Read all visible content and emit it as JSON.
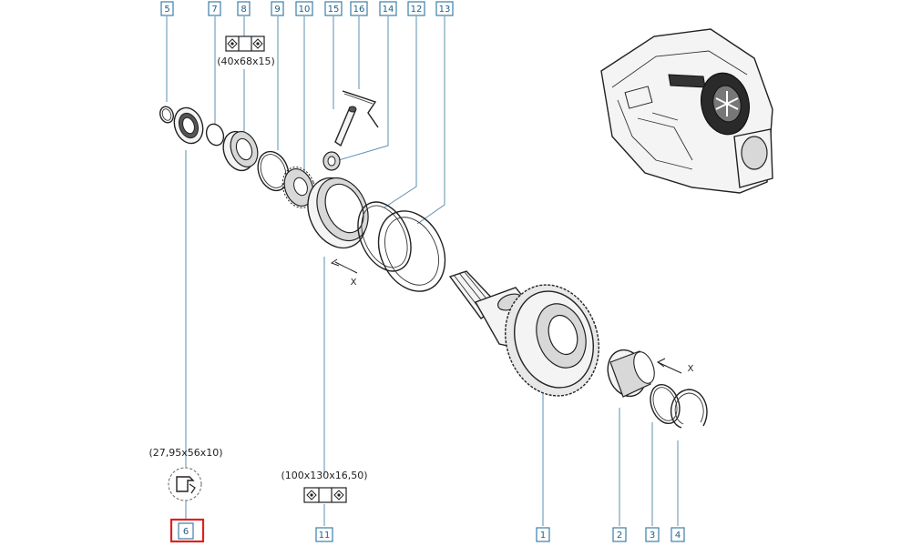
{
  "callouts": {
    "c1": "1",
    "c2": "2",
    "c3": "3",
    "c4": "4",
    "c5": "5",
    "c6": "6",
    "c7": "7",
    "c8": "8",
    "c9": "9",
    "c10": "10",
    "c11": "11",
    "c12": "12",
    "c13": "13",
    "c14": "14",
    "c15": "15",
    "c16": "16"
  },
  "dimensions": {
    "part8": "(40x68x15)",
    "part6": "(27,95x56x10)",
    "part11": "(100x130x16,50)"
  },
  "axis_marks": {
    "upper": "X",
    "lower": "X"
  },
  "colors": {
    "callout": "#3b7fa8",
    "highlight": "#e02020"
  },
  "highlighted_callout": "6"
}
